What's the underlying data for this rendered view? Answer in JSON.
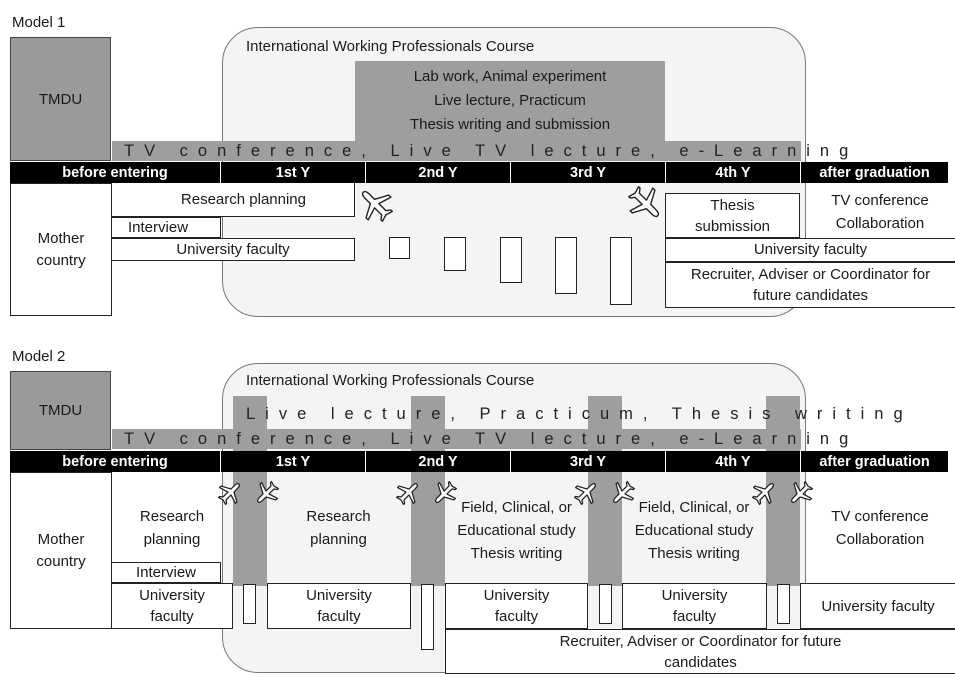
{
  "model1": {
    "title": "Model 1",
    "tmdu": "TMDU",
    "course": "International Working Professionals Course",
    "lab_line1": "Lab work, Animal experiment",
    "lab_line2": "Live lecture, Practicum",
    "lab_line3": "Thesis writing and submission",
    "band": "TV conference, Live TV lecture, e-Learning",
    "years": [
      "before entering",
      "1st Y",
      "2nd Y",
      "3rd Y",
      "4th Y",
      "after graduation"
    ],
    "mother": "Mother country",
    "research_planning": "Research planning",
    "interview": "Interview",
    "university_faculty_left": "University faculty",
    "thesis_submission": "Thesis submission",
    "tv_conf_collab": "TV conference Collaboration",
    "university_faculty_right": "University faculty",
    "recruiter": "Recruiter, Adviser or Coordinator for future candidates"
  },
  "model2": {
    "title": "Model 2",
    "tmdu": "TMDU",
    "course": "International Working Professionals Course",
    "band_top": "Live lecture, Practicum, Thesis writing",
    "band": "TV conference, Live TV lecture, e-Learning",
    "years": [
      "before entering",
      "1st Y",
      "2nd Y",
      "3rd Y",
      "4th Y",
      "after graduation"
    ],
    "mother": "Mother country",
    "research_planning_1": "Research planning",
    "interview": "Interview",
    "university_faculty_1": "University faculty",
    "research_planning_2": "Research planning",
    "university_faculty_2": "University faculty",
    "field_study_1": "Field, Clinical, or Educational study Thesis writing",
    "university_faculty_3": "University faculty",
    "field_study_2": "Field, Clinical, or Educational study Thesis writing",
    "university_faculty_4": "University faculty",
    "tv_conf_collab": "TV conference Collaboration",
    "university_faculty_5": "University faculty",
    "recruiter": "Recruiter, Adviser or Coordinator for future candidates"
  },
  "icons": {
    "plane": "airplane-icon"
  }
}
